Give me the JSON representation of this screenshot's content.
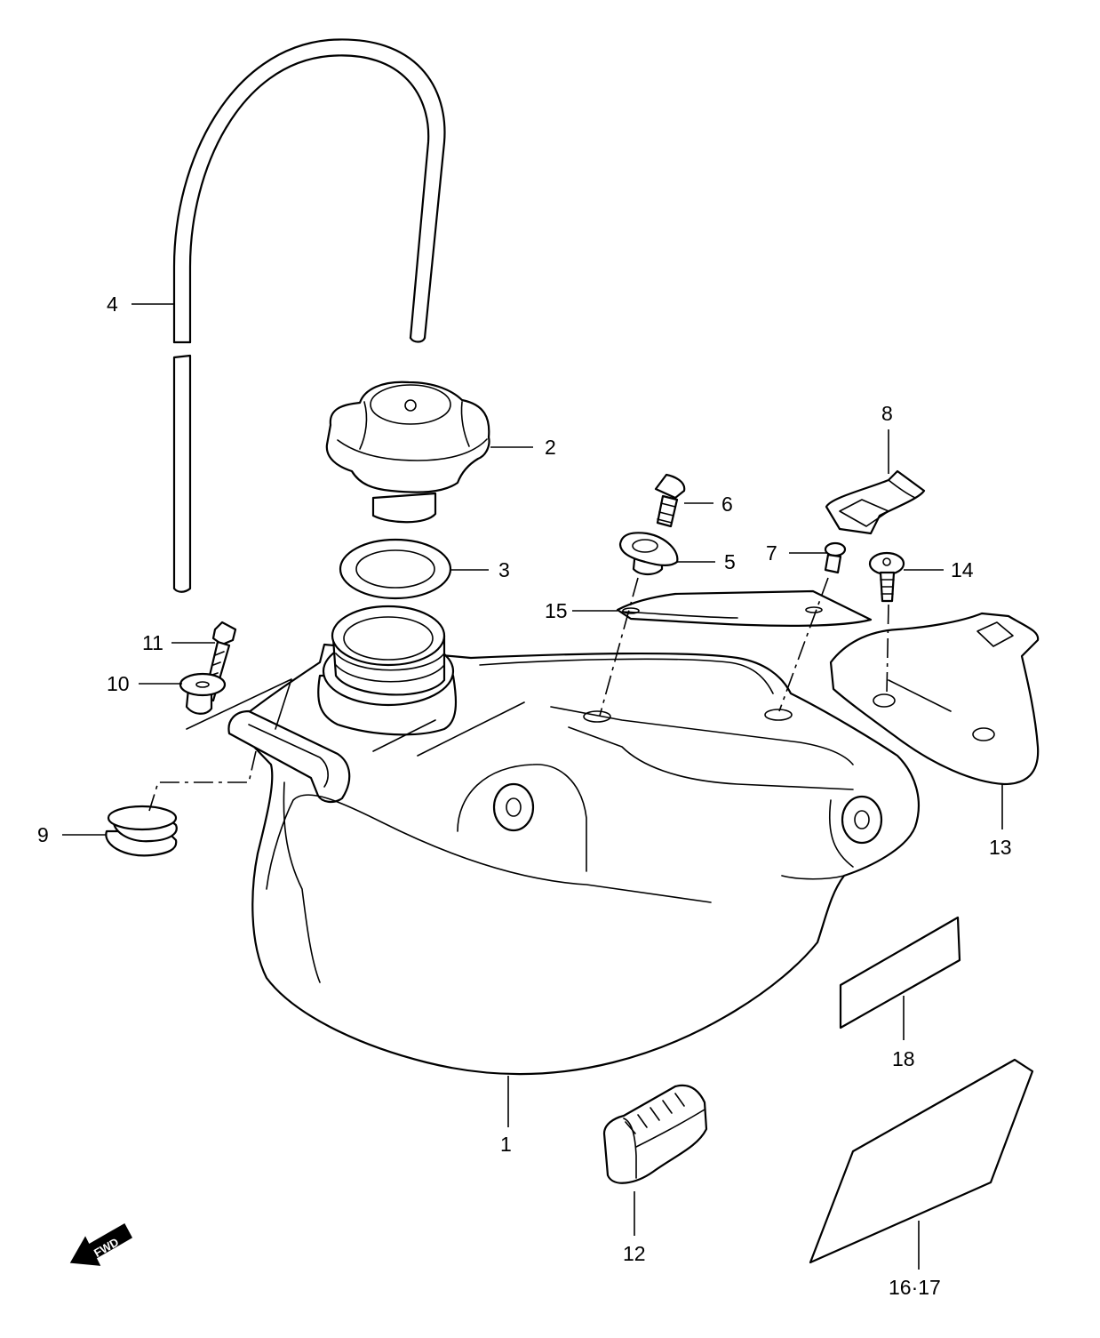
{
  "diagram": {
    "callouts": [
      {
        "id": "c1",
        "label": "1"
      },
      {
        "id": "c2",
        "label": "2"
      },
      {
        "id": "c3",
        "label": "3"
      },
      {
        "id": "c4",
        "label": "4"
      },
      {
        "id": "c5",
        "label": "5"
      },
      {
        "id": "c6",
        "label": "6"
      },
      {
        "id": "c7",
        "label": "7"
      },
      {
        "id": "c8",
        "label": "8"
      },
      {
        "id": "c9",
        "label": "9"
      },
      {
        "id": "c10",
        "label": "10"
      },
      {
        "id": "c11",
        "label": "11"
      },
      {
        "id": "c12",
        "label": "12"
      },
      {
        "id": "c13",
        "label": "13"
      },
      {
        "id": "c14",
        "label": "14"
      },
      {
        "id": "c15",
        "label": "15"
      },
      {
        "id": "c16-17",
        "label": "16·17"
      },
      {
        "id": "c18",
        "label": "18"
      }
    ],
    "direction_arrow": {
      "label": "FWD",
      "icon": "forward-arrow-icon"
    }
  }
}
